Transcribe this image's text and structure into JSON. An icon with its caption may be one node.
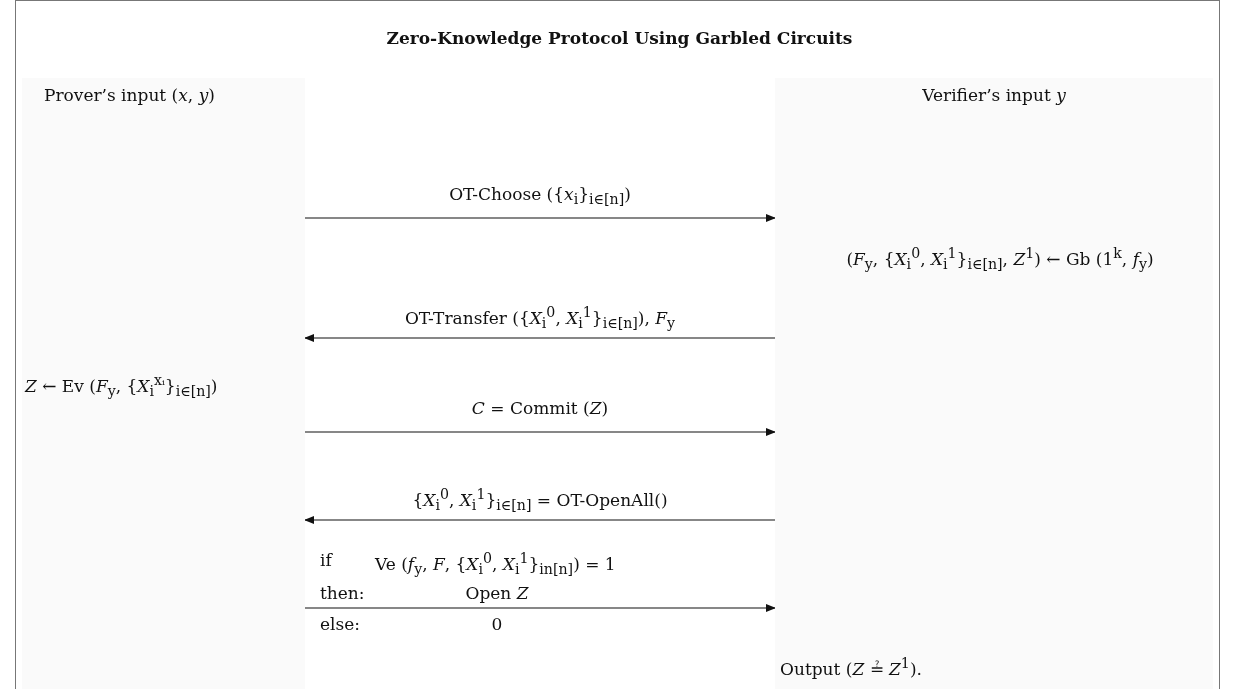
{
  "diagram": {
    "title": "Zero-Knowledge Protocol Using Garbled Circuits",
    "nodes": [
      {
        "text": [
          "Prover’s input (*x*, *y*)"
        ]
      },
      {
        "text": [
          "Verifier’s input *y*"
        ]
      }
    ],
    "edges": [
      {
        "from": 0,
        "to": 1,
        "arrow": "to",
        "label": "OT-Choose ({*x*$_{i}$}$_{i∈[n]}$)"
      },
      {
        "from": 1,
        "to": 0,
        "arrow": "to",
        "label": "OT-Transfer ({*X*$_{i}$$^{0}$, *X*$_{i}$$^{1}$}$_{i∈[n]}$), *F*$_{y}$"
      },
      {
        "from": 0,
        "to": 1,
        "arrow": "to",
        "label": "*C* = Commit (*Z*)"
      },
      {
        "from": 1,
        "to": 0,
        "arrow": "to",
        "label": "{*X*$_{i}$$^{0}$, *X*$_{i}$$^{1}$}$_{i∈[n]}$ = OT-OpenAll()"
      },
      {
        "from": 0,
        "to": 1,
        "arrow": "to"
      }
    ],
    "labels": [
      "(*F*$_{y}$, {*X*$_{i}$$^{0}$, *X*$_{i}$$^{1}$}$_{i∈[n]}$, *Z*$^{1}$) ← Gb (1$^{k}$, *f*$_{y}$)",
      "*Z* ← Ev (*F*$_{y}$, {*X*$_{i}$$^{xᵢ}$}$_{i∈[n]}$)",
      "if",
      "Ve (*f*$_{y}$, *F*, {*X*$_{i}$$^{0}$, *X*$_{i}$$^{1}$}$_{in[n]}$) = 1",
      "then:",
      "Open *Z*",
      "else:",
      "0",
      "Output (*Z* ≟ *Z*$^{1}$)."
    ]
  }
}
